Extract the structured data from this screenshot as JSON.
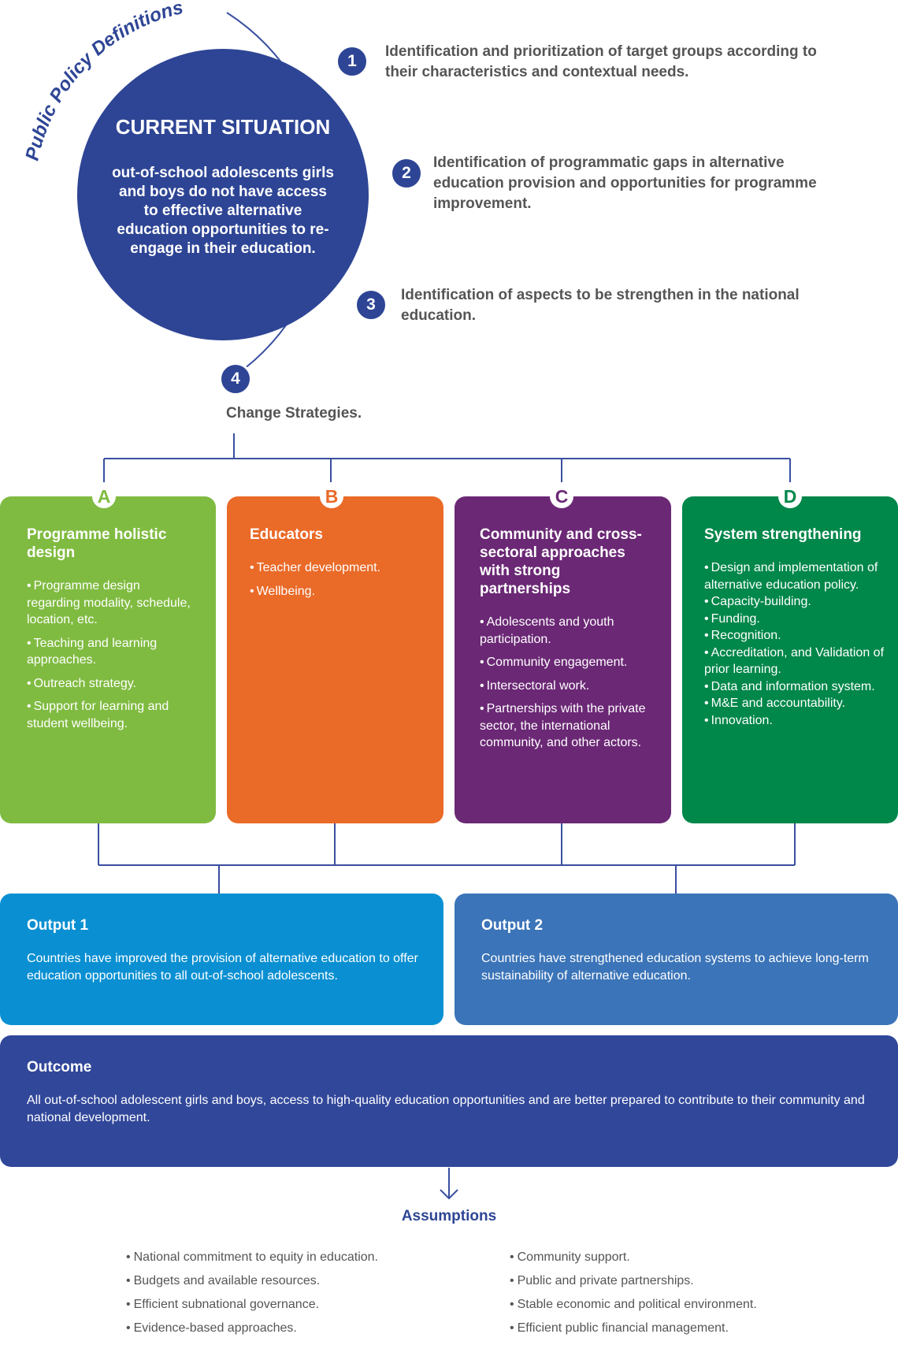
{
  "arc_label": "Public Policy Definitions",
  "current_situation": {
    "title": "CURRENT SITUATION",
    "text": "out-of-school adolescents girls and boys do not have access to effective alternative education opportunities to re-engage in their education."
  },
  "definitions": [
    {
      "number": "1",
      "text": "Identification and prioritization of target groups according to their characteristics and contextual needs."
    },
    {
      "number": "2",
      "text": "Identification of programmatic gaps in alternative education provision and opportunities for programme improvement."
    },
    {
      "number": "3",
      "text": "Identification of aspects to be strengthen in the national education."
    },
    {
      "number": "4",
      "text": "Change Strategies."
    }
  ],
  "strategies": [
    {
      "letter": "A",
      "title": "Programme holistic design",
      "color": "#80bb41",
      "items": [
        "Programme design regarding modality, schedule, location, etc.",
        "Teaching and learning approaches.",
        "Outreach strategy.",
        "Support for learning and student wellbeing."
      ]
    },
    {
      "letter": "B",
      "title": "Educators",
      "color": "#ea6a28",
      "items": [
        "Teacher development.",
        "Wellbeing."
      ]
    },
    {
      "letter": "C",
      "title": "Community and cross-sectoral approaches with strong partnerships",
      "color": "#6b2875",
      "items": [
        "Adolescents and youth participation.",
        "Community engagement.",
        "Intersectoral work.",
        "Partnerships with the private sector, the international community, and other actors."
      ]
    },
    {
      "letter": "D",
      "title": "System strengthening",
      "color": "#00874a",
      "items": [
        "Design and implementation of alternative education policy.",
        "Capacity-building.",
        "Funding.",
        "Recognition.",
        "Accreditation, and Validation of prior learning.",
        "Data and information system.",
        "M&E and accountability.",
        "Innovation."
      ]
    }
  ],
  "outputs": [
    {
      "title": "Output 1",
      "text": "Countries have improved the provision of alternative education to offer education opportunities to all out-of-school adolescents.",
      "color": "#0a90d2"
    },
    {
      "title": "Output 2",
      "text": "Countries have strengthened education systems to achieve long-term sustainability of alternative education.",
      "color": "#3b74b8"
    }
  ],
  "outcome": {
    "title": "Outcome",
    "text": "All out-of-school adolescent girls and boys, access to high-quality education opportunities and are better prepared to contribute to their community and national development.",
    "color": "#31479a"
  },
  "assumptions": {
    "title": "Assumptions",
    "left": [
      "National commitment to equity in education.",
      "Budgets and available resources.",
      "Efficient subnational governance.",
      "Evidence-based approaches."
    ],
    "right": [
      "Community support.",
      "Public and private partnerships.",
      "Stable economic and political environment.",
      "Efficient public financial management."
    ]
  },
  "colors": {
    "navy": "#2e4595",
    "line": "#3a4fa0"
  }
}
